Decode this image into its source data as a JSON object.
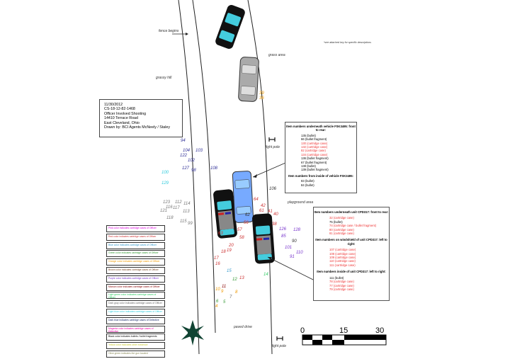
{
  "title_block": {
    "lines": [
      "11/30/2012",
      "CS-18-12-82-1468",
      "Officer Involved Shooting",
      "14410 Terrace Road",
      "East Cleveland, Ohio",
      "Drawn by: BCI Agents McNeely / Staley"
    ]
  },
  "note": "*see attached key for specific descriptions",
  "labels": {
    "fence": "fence begins",
    "grassy_hill": "grassy hill",
    "grass_area": "grass area",
    "light_pole_1": "light pole",
    "playground": "playground area",
    "paved_drive": "paved drive",
    "light_pole_2": "light pole"
  },
  "box_vehicle": {
    "heading1": "Item numbers underneath vehicle FSK3495: front to rear:",
    "items1": [
      {
        "t": "135 (bullet)",
        "red": false
      },
      {
        "t": "66 (bullet fragment)",
        "red": false
      },
      {
        "t": "130 (cartridge case)",
        "red": true
      },
      {
        "t": "132 (cartridge case)",
        "red": true
      },
      {
        "t": "82 (cartridge case)",
        "red": true
      },
      {
        "t": "134 (cartridge case)",
        "red": true
      },
      {
        "t": "136 (bullet fragment)",
        "red": false
      },
      {
        "t": "67 (bullet fragment)",
        "red": false
      },
      {
        "t": "138 (bullet)",
        "red": false
      },
      {
        "t": "139 (bullet fragment)",
        "red": false
      }
    ],
    "heading2": "Item numbers from inside of vehicle FSK3495:",
    "items2": [
      {
        "t": "83 (bullet)",
        "red": false
      },
      {
        "t": "84 (bullet)",
        "red": false
      }
    ]
  },
  "box_unit": {
    "heading1": "Item numbers underneath unit CPD317: front to rear:",
    "items1": [
      {
        "t": "32 (cartridge case)",
        "red": true
      },
      {
        "t": "75 (bullet)",
        "red": false
      },
      {
        "t": "74 (cartridge case / bullet fragment)",
        "red": true
      },
      {
        "t": "80 (cartridge case)",
        "red": true
      },
      {
        "t": "81 (cartridge case)",
        "red": true
      }
    ],
    "heading2": "Item numbers on windshield of unit CPD317: left to right:",
    "items2": [
      {
        "t": "107 (cartridge case)",
        "red": true
      },
      {
        "t": "108 (cartridge case)",
        "red": true
      },
      {
        "t": "109 (cartridge case)",
        "red": true
      },
      {
        "t": "110 (cartridge case)",
        "red": true
      },
      {
        "t": "111 (cartridge case)",
        "red": true
      }
    ],
    "heading3": "Item numbers inside of unit CPD317: left to right:",
    "items3": [
      {
        "t": "111 (bullet)",
        "red": false
      },
      {
        "t": "78 (cartridge case)",
        "red": true
      },
      {
        "t": "77 (cartridge case)",
        "red": true
      },
      {
        "t": "79 (cartridge case)",
        "red": true
      }
    ]
  },
  "legend": [
    {
      "t": "Pink color indicates cartridge cases of Officer",
      "c": "#d0d"
    },
    {
      "t": "Red color indicates cartridge cases of Officer",
      "c": "#c33"
    },
    {
      "t": "Blue color indicates cartridge cases of Officer",
      "c": "#39c"
    },
    {
      "t": "Green color indicates cartridge cases of Officer",
      "c": "#393"
    },
    {
      "t": "Orange color indicates cartridge cases of Officer",
      "c": "#e90"
    },
    {
      "t": "Brown color indicates cartridge cases of Officer",
      "c": "#742"
    },
    {
      "t": "Purple color indicates cartridge cases of Officer",
      "c": "#73c"
    },
    {
      "t": "Maroon color indicates cartridge cases of Officer",
      "c": "#800"
    },
    {
      "t": "Light green color indicates cartridge cases of Officer",
      "c": "#3c6"
    },
    {
      "t": "Dark gray color indicates cartridge cases of Officer",
      "c": "#666"
    },
    {
      "t": "Light blue color indicates cartridge cases of Officer",
      "c": "#3cd"
    },
    {
      "t": "Dark blue indicates cartridge cases of Detective",
      "c": "#126"
    },
    {
      "t": "Magenta color indicates cartridge cases of Detective",
      "c": "#e0a"
    },
    {
      "t": "Black color indicates bullets / bullet fragments",
      "c": "#000"
    },
    {
      "t": "Yellow color indicates other evidence",
      "c": "#cc3"
    },
    {
      "t": "Olive green indicates the gun located",
      "c": "#885"
    }
  ],
  "evidence": [
    {
      "n": "94",
      "c": "#339"
    },
    {
      "n": "104",
      "c": "#339"
    },
    {
      "n": "103",
      "c": "#339"
    },
    {
      "n": "122",
      "c": "#339"
    },
    {
      "n": "102",
      "c": "#339"
    },
    {
      "n": "127",
      "c": "#339"
    },
    {
      "n": "98",
      "c": "#339"
    },
    {
      "n": "108",
      "c": "#339"
    },
    {
      "n": "100",
      "c": "#3cd"
    },
    {
      "n": "129",
      "c": "#3cd"
    },
    {
      "n": "123",
      "c": "#777"
    },
    {
      "n": "112",
      "c": "#777"
    },
    {
      "n": "114",
      "c": "#777"
    },
    {
      "n": "116",
      "c": "#777"
    },
    {
      "n": "117",
      "c": "#777"
    },
    {
      "n": "113",
      "c": "#777"
    },
    {
      "n": "121",
      "c": "#777"
    },
    {
      "n": "118",
      "c": "#777"
    },
    {
      "n": "115",
      "c": "#777"
    },
    {
      "n": "99",
      "c": "#777"
    },
    {
      "n": "106",
      "c": "#333"
    },
    {
      "n": "63",
      "c": "#c33"
    },
    {
      "n": "57",
      "c": "#c33"
    },
    {
      "n": "58",
      "c": "#c33"
    },
    {
      "n": "56",
      "c": "#c33"
    },
    {
      "n": "20",
      "c": "#c33"
    },
    {
      "n": "19",
      "c": "#c33"
    },
    {
      "n": "18",
      "c": "#c33"
    },
    {
      "n": "17",
      "c": "#c33"
    },
    {
      "n": "16",
      "c": "#c33"
    },
    {
      "n": "15",
      "c": "#39c"
    },
    {
      "n": "14",
      "c": "#3c6"
    },
    {
      "n": "12",
      "c": "#393"
    },
    {
      "n": "13",
      "c": "#c33"
    },
    {
      "n": "11",
      "c": "#800"
    },
    {
      "n": "10",
      "c": "#e90"
    },
    {
      "n": "9",
      "c": "#e90"
    },
    {
      "n": "8",
      "c": "#e90"
    },
    {
      "n": "7",
      "c": "#666"
    },
    {
      "n": "6",
      "c": "#393"
    },
    {
      "n": "5",
      "c": "#393"
    },
    {
      "n": "4",
      "c": "#e90"
    },
    {
      "n": "64",
      "c": "#c33"
    },
    {
      "n": "62",
      "c": "#333"
    },
    {
      "n": "61",
      "c": "#c33"
    },
    {
      "n": "42",
      "c": "#c33"
    },
    {
      "n": "41",
      "c": "#c33"
    },
    {
      "n": "40",
      "c": "#c33"
    },
    {
      "n": "38",
      "c": "#c33"
    },
    {
      "n": "126",
      "c": "#73c"
    },
    {
      "n": "128",
      "c": "#73c"
    },
    {
      "n": "85",
      "c": "#73c"
    },
    {
      "n": "90",
      "c": "#333"
    },
    {
      "n": "101",
      "c": "#73c"
    },
    {
      "n": "110",
      "c": "#73c"
    },
    {
      "n": "91",
      "c": "#73c"
    },
    {
      "n": "39",
      "c": "#e90"
    },
    {
      "n": "36",
      "c": "#e90"
    }
  ],
  "scale": {
    "labels": [
      "0",
      "15",
      "30"
    ]
  }
}
